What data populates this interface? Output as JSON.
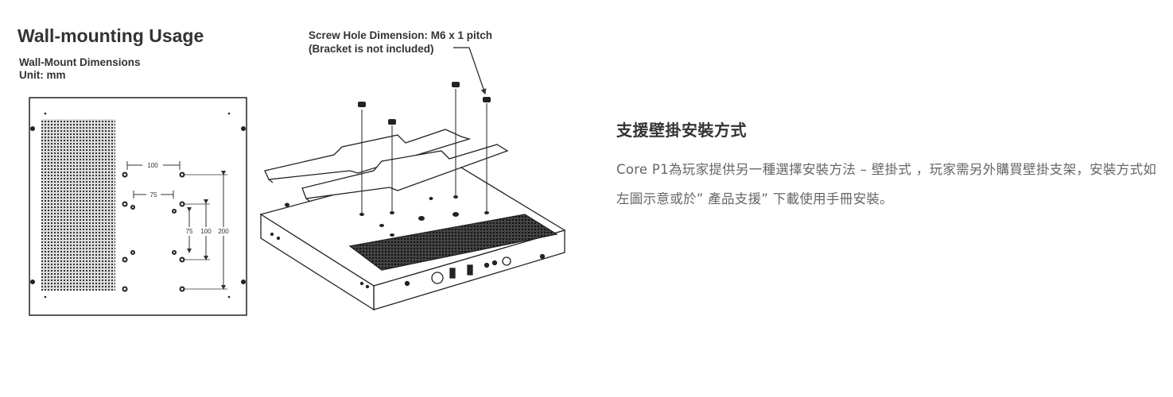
{
  "figure": {
    "title": "Wall-mounting Usage",
    "subtitle_line1": "Wall-Mount Dimensions",
    "subtitle_line2": "Unit: mm",
    "screw_note_line1": "Screw Hole Dimension: M6 x 1 pitch",
    "screw_note_line2": "(Bracket is not included)",
    "dims": {
      "w100": "100",
      "w75": "75",
      "h75": "75",
      "h100": "100",
      "h200": "200"
    }
  },
  "section": {
    "heading": "支援壁掛安裝方式",
    "body": "Core P1為玩家提供另一種選擇安裝方法 – 壁掛式 ，玩家需另外購買壁掛支架，安裝方式如左圖示意或於” 產品支援” 下載使用手冊安裝。"
  }
}
